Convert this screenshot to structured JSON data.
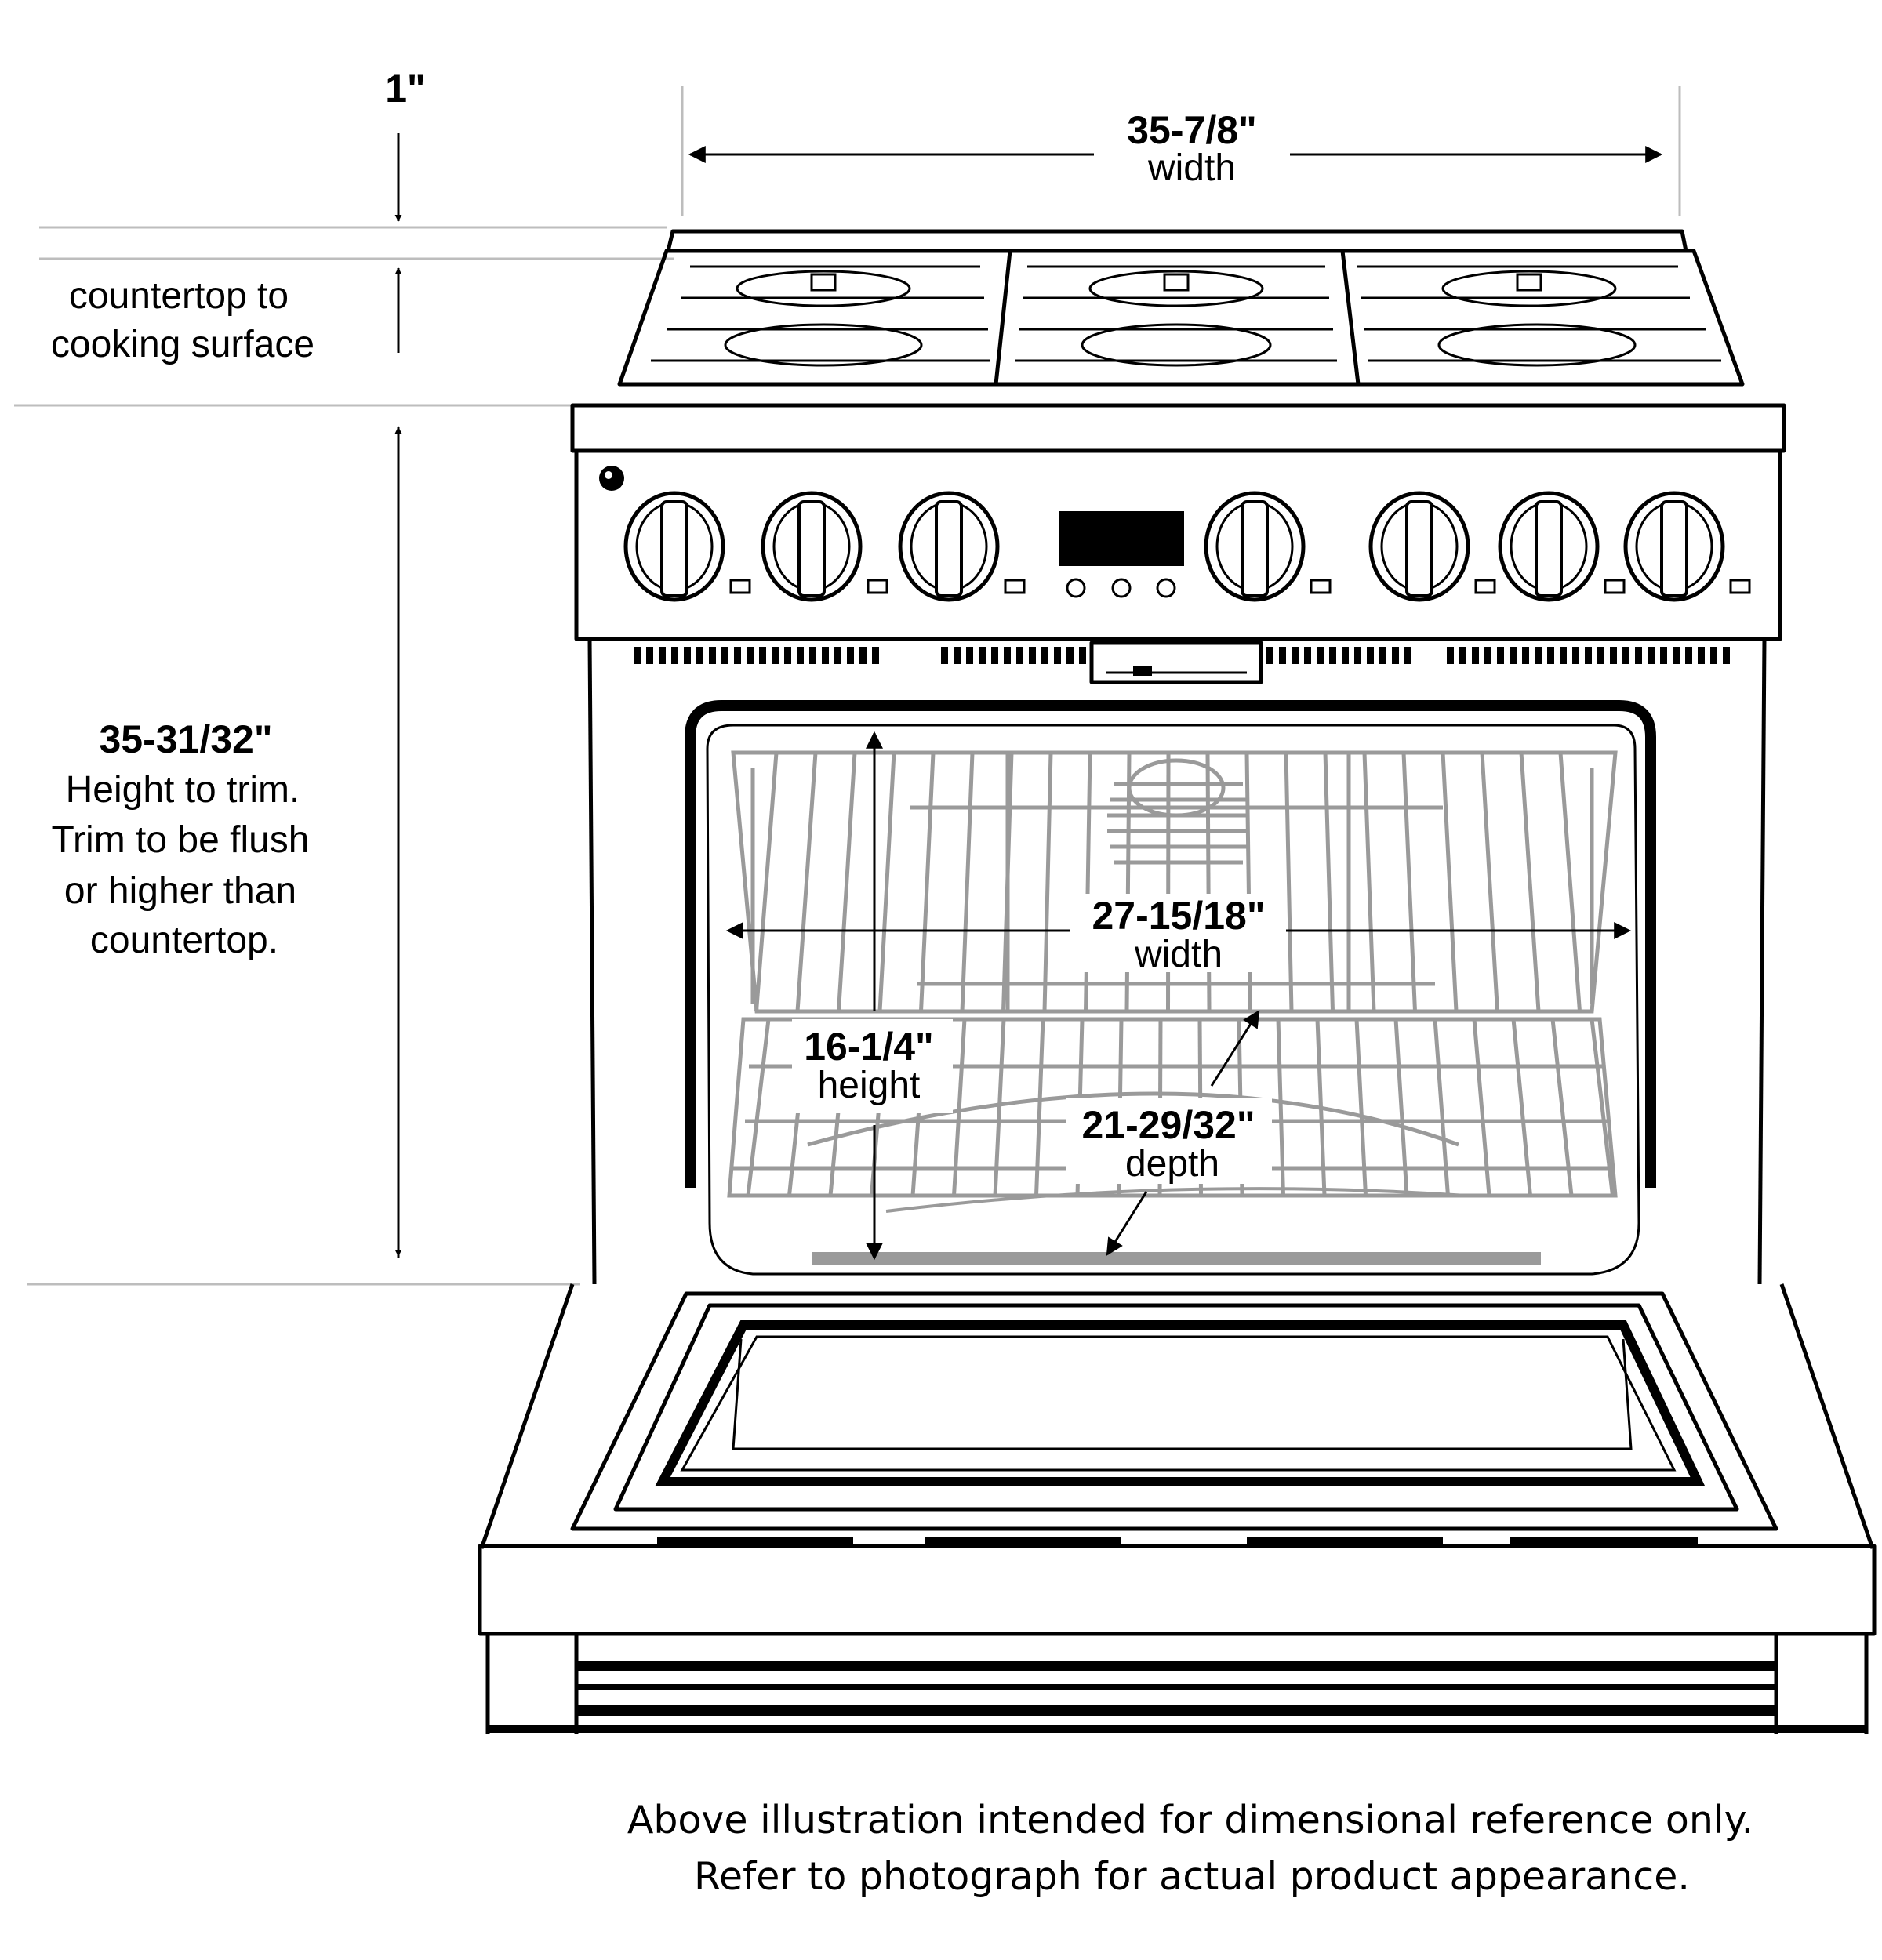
{
  "dimensions": {
    "top_clearance": {
      "value": "1\""
    },
    "top_clearance_label": {
      "line1": "countertop to",
      "line2": "cooking surface"
    },
    "overall_width": {
      "value": "35-7/8\"",
      "label": "width"
    },
    "height_to_trim": {
      "value": "35-31/32\"",
      "line1": "Height to trim.",
      "line2": "Trim to be flush",
      "line3": "or higher than",
      "line4": "countertop."
    },
    "oven_width": {
      "value": "27-15/18\"",
      "label": "width"
    },
    "oven_height": {
      "value": "16-1/4\"",
      "label": "height"
    },
    "oven_depth": {
      "value": "21-29/32\"",
      "label": "depth"
    }
  },
  "disclaimer": {
    "line1": "Above illustration intended for dimensional reference only.",
    "line2": "Refer to photograph for actual product appearance."
  }
}
